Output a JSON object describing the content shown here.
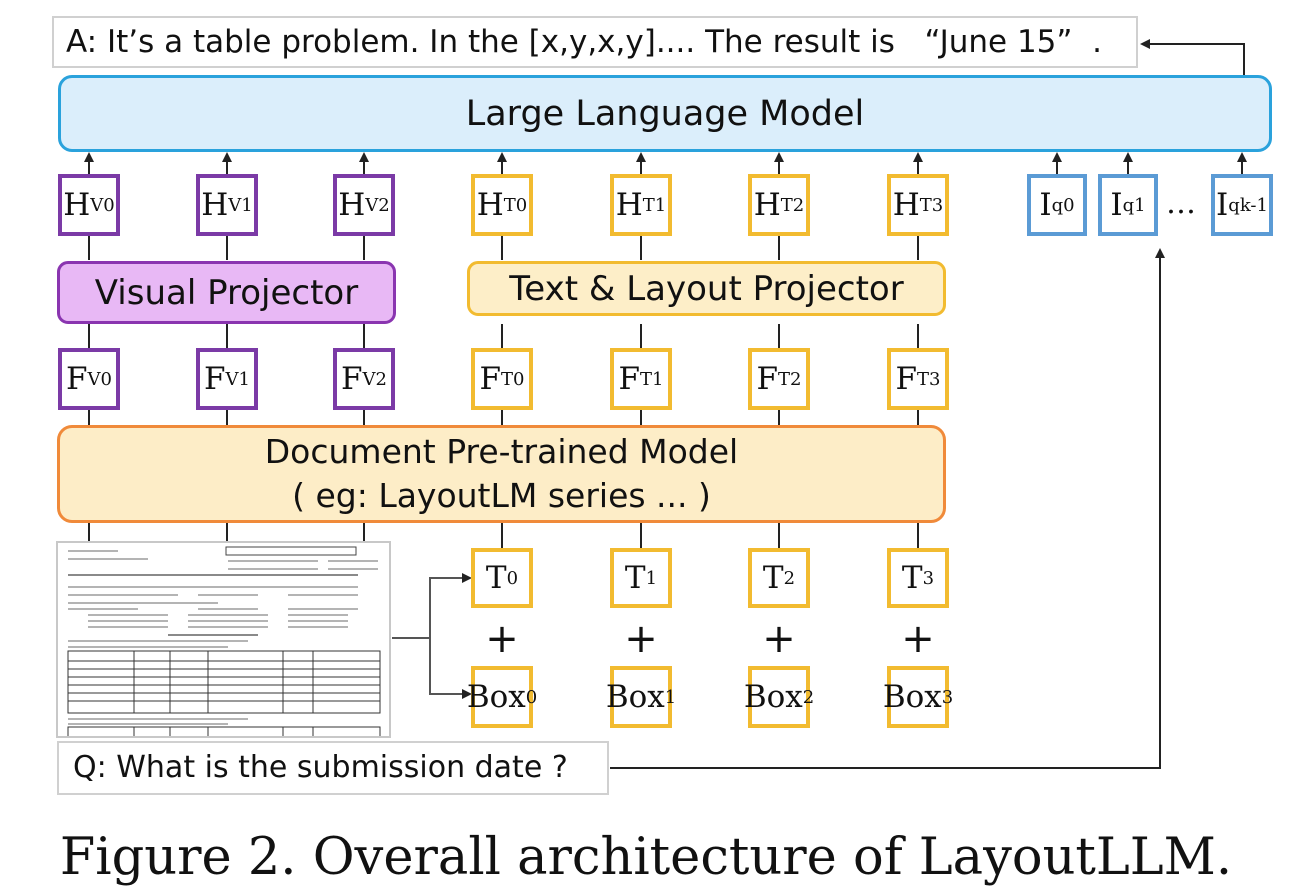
{
  "answer_text": "A: It’s a table problem. In the [x,y,x,y].... The result is   “June 15”  .",
  "llm_label": "Large Language Model",
  "visual_projector_label": "Visual Projector",
  "text_layout_projector_label": "Text & Layout Projector",
  "dpm_line1": "Document Pre-trained Model",
  "dpm_line2": "( eg: LayoutLM series ... )",
  "h_visual": [
    {
      "base": "H",
      "sub": "V0"
    },
    {
      "base": "H",
      "sub": "V1"
    },
    {
      "base": "H",
      "sub": "V2"
    }
  ],
  "h_text": [
    {
      "base": "H",
      "sub": "T0"
    },
    {
      "base": "H",
      "sub": "T1"
    },
    {
      "base": "H",
      "sub": "T2"
    },
    {
      "base": "H",
      "sub": "T3"
    }
  ],
  "f_visual": [
    {
      "base": "F",
      "sub": "V0"
    },
    {
      "base": "F",
      "sub": "V1"
    },
    {
      "base": "F",
      "sub": "V2"
    }
  ],
  "f_text": [
    {
      "base": "F",
      "sub": "T0"
    },
    {
      "base": "F",
      "sub": "T1"
    },
    {
      "base": "F",
      "sub": "T2"
    },
    {
      "base": "F",
      "sub": "T3"
    }
  ],
  "queries": [
    {
      "base": "I",
      "sub": "q0"
    },
    {
      "base": "I",
      "sub": "q1"
    },
    {
      "base": "I",
      "sub": "qk-1"
    }
  ],
  "query_ellipsis": "…",
  "text_tokens": [
    {
      "base": "T",
      "sub": "0"
    },
    {
      "base": "T",
      "sub": "1"
    },
    {
      "base": "T",
      "sub": "2"
    },
    {
      "base": "T",
      "sub": "3"
    }
  ],
  "box_tokens": [
    {
      "base": "Box",
      "sub": "0"
    },
    {
      "base": "Box",
      "sub": "1"
    },
    {
      "base": "Box",
      "sub": "2"
    },
    {
      "base": "Box",
      "sub": "3"
    }
  ],
  "plus_symbol": "+",
  "question_text": "Q: What is the submission date ?",
  "caption": "Figure 2. Overall architecture of LayoutLLM.",
  "colors": {
    "llm_border": "#2aa2dc",
    "llm_fill": "#dbeefb",
    "visual_border": "#7b3aa6",
    "visual_fill": "#e8b8f5",
    "text_border": "#f2bb30",
    "text_fill": "#fdeec8",
    "dpm_border": "#f08a3a",
    "query_border": "#5b9bd5"
  }
}
